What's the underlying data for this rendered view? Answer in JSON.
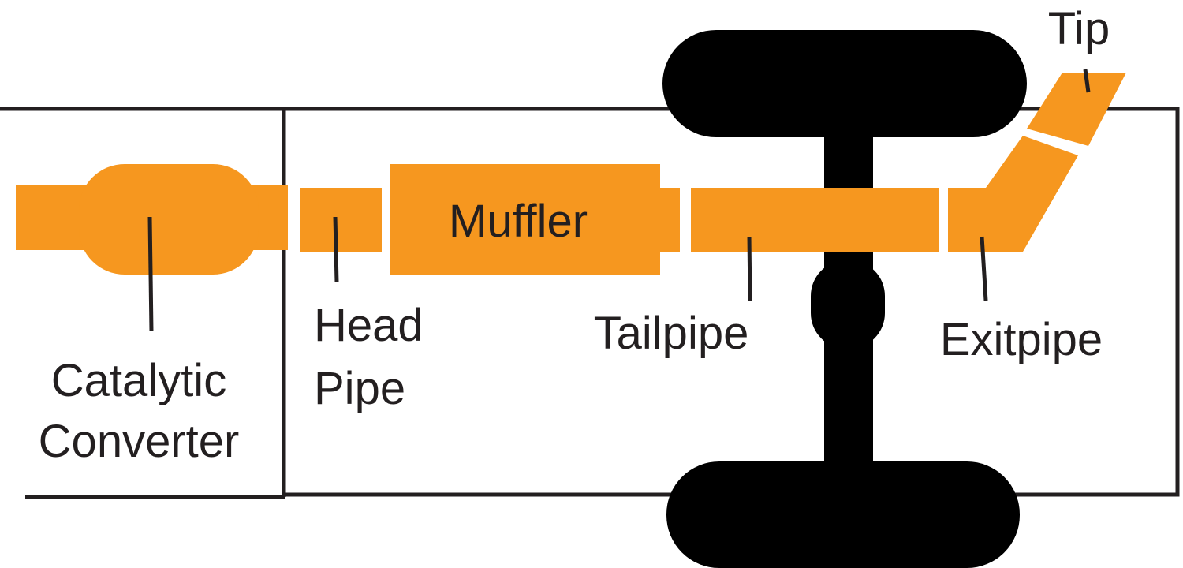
{
  "colors": {
    "exhaust": "#f6971f",
    "outline": "#231f20",
    "background": "#ffffff"
  },
  "labels": {
    "catalytic_converter": [
      "Catalytic",
      "Converter"
    ],
    "head_pipe": [
      "Head",
      "Pipe"
    ],
    "muffler": "Muffler",
    "tailpipe": "Tailpipe",
    "exitpipe": "Exitpipe",
    "tip": "Tip"
  }
}
